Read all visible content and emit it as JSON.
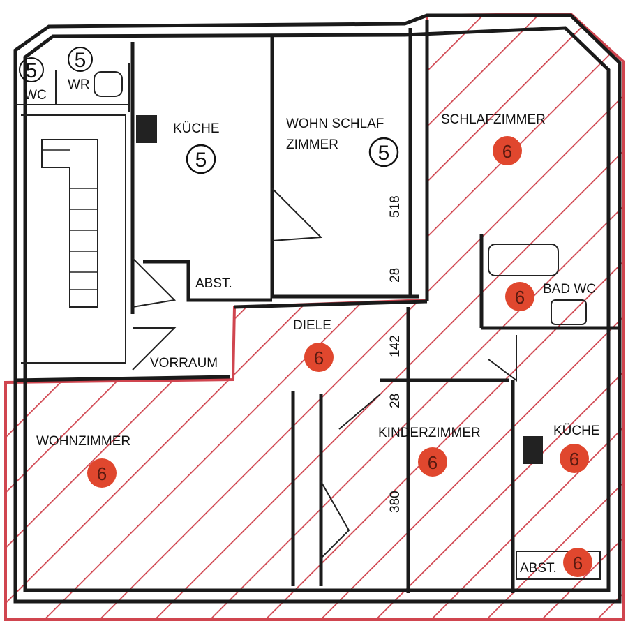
{
  "colors": {
    "unit6_outline": "#d0454f",
    "badge6_fill": "#e0472e",
    "wall": "#1a1a1a"
  },
  "unit5": {
    "badge": "5",
    "rooms": [
      {
        "label": "WR",
        "badge": "5"
      },
      {
        "label": "WC",
        "badge": "5"
      },
      {
        "label": "KÜCHE",
        "badge": "5"
      },
      {
        "label_line1": "WOHN SCHLAF",
        "label_line2": "ZIMMER",
        "badge": "5"
      },
      {
        "label": "ABST."
      },
      {
        "label": "VORRAUM"
      }
    ]
  },
  "unit6": {
    "rooms": [
      {
        "label": "SCHLAFZIMMER",
        "badge": "6"
      },
      {
        "label": "BAD WC",
        "badge": "6"
      },
      {
        "label": "DIELE",
        "badge": "6"
      },
      {
        "label": "WOHNZIMMER",
        "badge": "6"
      },
      {
        "label": "KINDERZIMMER",
        "badge": "6"
      },
      {
        "label": "KÜCHE",
        "badge": "6"
      },
      {
        "label": "ABST.",
        "badge": "6"
      }
    ]
  },
  "dimensions": [
    "518",
    "28",
    "142",
    "28",
    "380"
  ]
}
